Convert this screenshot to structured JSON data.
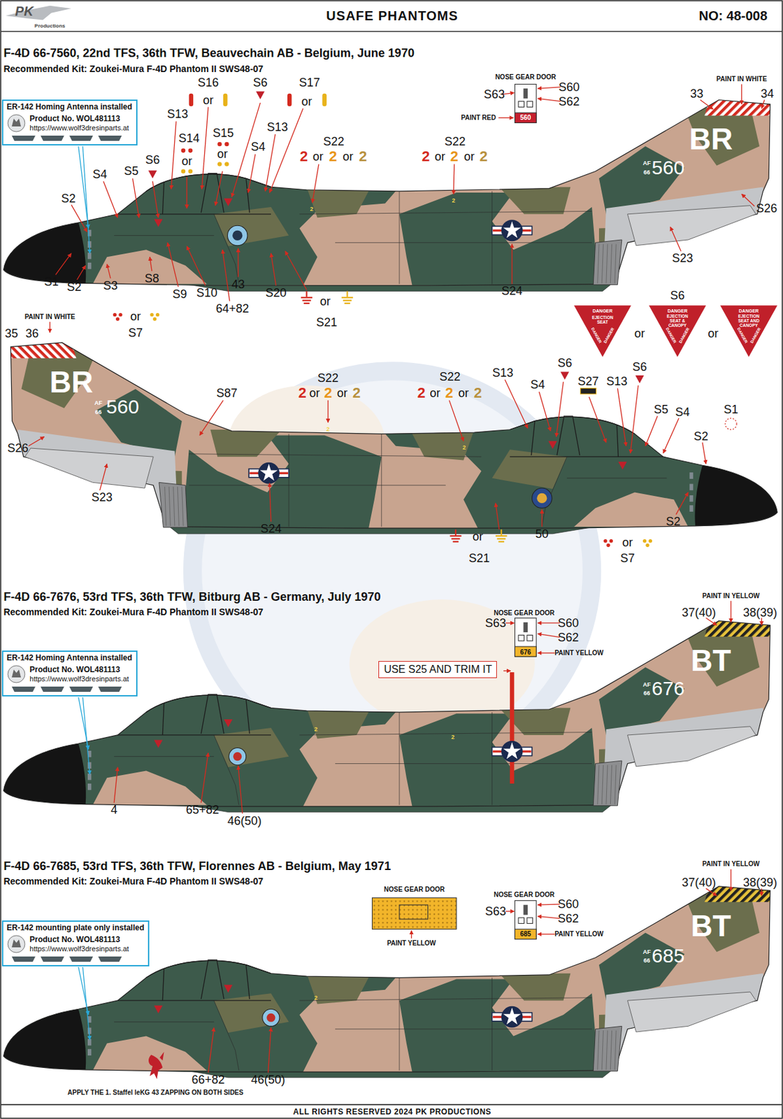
{
  "diagram": {
    "title": "USAFE PHANTOMS",
    "caption": "ALL RIGHTS RESERVED 2024 PK PRODUCTIONS",
    "nodes": [
      {
        "text": [
          "ER-142 Homing Antenna installed",
          "Product No. WOL481113",
          "https://www.wolf3dresinparts.at"
        ]
      },
      {
        "text": [
          "ER-142 Homing Antenna installed",
          "Product No. WOL481113",
          "https://www.wolf3dresinparts.at"
        ]
      },
      {
        "text": [
          "USE S25 AND TRIM IT"
        ]
      },
      {
        "text": [
          "ER-142 mounting plate only installed",
          "Product No. WOL481113",
          "https://www.wolf3dresinparts.at"
        ]
      }
    ],
    "labels": [
      "PK",
      "Productions",
      "NO: 48-008",
      "F-4D 66-7560, 22nd TFS, 36th TFW, Beauvechain AB - Belgium, June 1970",
      "Recommended Kit: Zoukei-Mura F-4D Phantom II SWS48-07",
      "S16",
      "or",
      "S6",
      "S17",
      "or",
      "S13",
      "S14",
      "or",
      "S15",
      "or",
      "S13",
      "S4",
      "S22",
      "2",
      "or",
      "2",
      "or",
      "2",
      "S22",
      "2",
      "or",
      "2",
      "or",
      "2",
      "S6",
      "S4",
      "S5",
      "S2",
      "S1",
      "S2",
      "S3",
      "S8",
      "S9",
      "S10",
      "64+82",
      "43",
      "S20",
      "or",
      "S21",
      "or",
      "S7",
      "S24",
      "2",
      "2",
      "PAINT IN WHITE",
      "33",
      "34",
      "BR",
      "AF",
      "66",
      "560",
      "S26",
      "S23",
      "NOSE GEAR DOOR",
      "S63",
      "S60",
      "S62",
      "560",
      "PAINT RED",
      "S6",
      "DANGER",
      "EJECTION SEAT",
      "DANGER",
      "DANGER",
      "or",
      "DANGER",
      "EJECTION SEAT & CANOPY",
      "DANGER",
      "DANGER",
      "or",
      "DANGER",
      "EJECTION SEAT AND CANOPY",
      "DANGER",
      "DANGER",
      "PAINT IN WHITE",
      "35",
      "36",
      "BR",
      "AF",
      "66",
      "560",
      "S87",
      "S22",
      "2",
      "or",
      "2",
      "or",
      "2",
      "S22",
      "2",
      "or",
      "2",
      "or",
      "2",
      "S13",
      "S4",
      "S6",
      "S27",
      "S13",
      "S6",
      "S5",
      "S4",
      "S1",
      "S2",
      "2",
      "2",
      "S26",
      "S23",
      "S24",
      "50",
      "or",
      "S21",
      "S2",
      "or",
      "S7",
      "F-4D 66-7676, 53rd TFS, 36th TFW, Bitburg AB - Germany, July 1970",
      "Recommended Kit: Zoukei-Mura F-4D Phantom II SWS48-07",
      "NOSE GEAR DOOR",
      "S63",
      "S60",
      "S62",
      "676",
      "PAINT YELLOW",
      "PAINT IN YELLOW",
      "37(40)",
      "38(39)",
      "BT",
      "AF",
      "66",
      "676",
      "2",
      "2",
      "4",
      "65+82",
      "46(50)",
      "F-4D 66-7685, 53rd TFS, 36th TFW, Florennes AB - Belgium, May 1971",
      "Recommended Kit: Zoukei-Mura F-4D Phantom II SWS48-07",
      "NOSE GEAR DOOR",
      "PAINT YELLOW",
      "NOSE GEAR DOOR",
      "S63",
      "S60",
      "S62",
      "685",
      "PAINT YELLOW",
      "PAINT IN YELLOW",
      "37(40)",
      "38(39)",
      "BT",
      "AF",
      "66",
      "685",
      "2",
      "66+82",
      "46(50)",
      "APPLY THE 1. Staffel leKG 43 ZAPPING ON BOTH SIDES"
    ]
  }
}
